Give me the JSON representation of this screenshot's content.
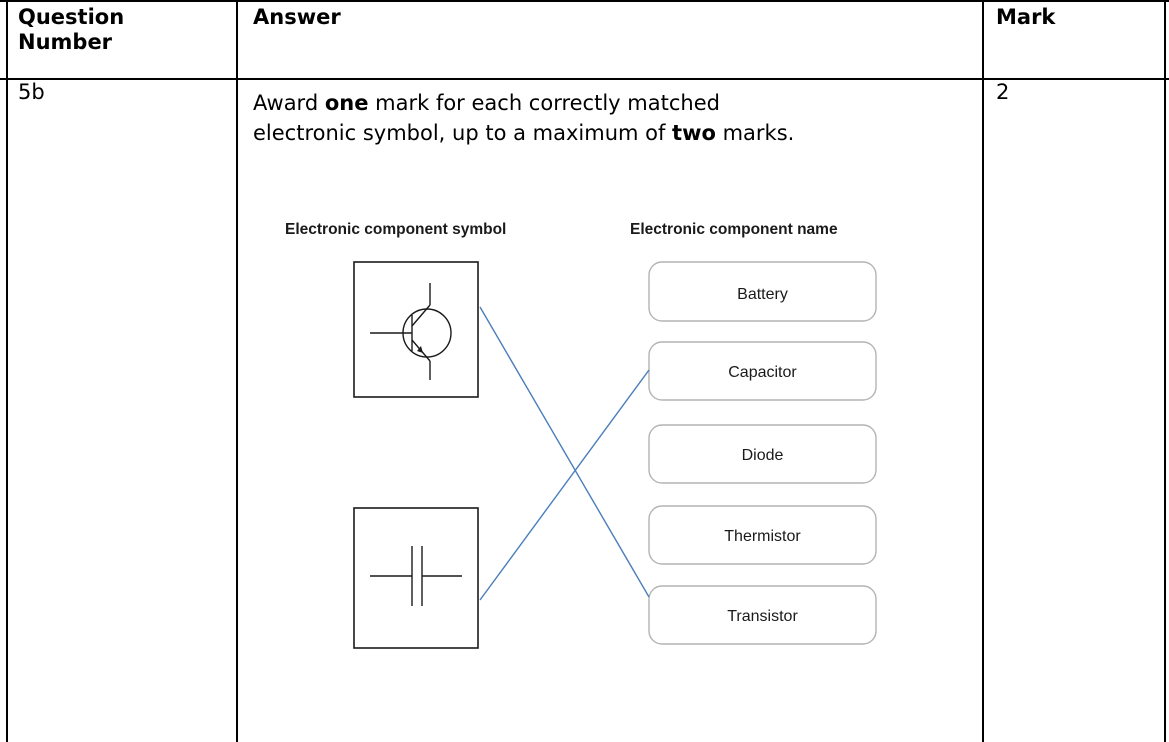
{
  "table": {
    "headers": {
      "question_line1": "Question",
      "question_line2": "Number",
      "answer": "Answer",
      "mark": "Mark"
    },
    "row": {
      "question_number": "5b",
      "answer_part1": "Award ",
      "answer_bold1": "one",
      "answer_part2": " mark for each correctly matched",
      "answer_part3": "electronic symbol, up to a maximum of ",
      "answer_bold2": "two",
      "answer_part4": " marks.",
      "mark": "2"
    }
  },
  "diagram": {
    "symbol_heading": "Electronic component symbol",
    "name_heading": "Electronic component name",
    "symbols": [
      {
        "icon": "transistor-symbol-icon",
        "matches": "Transistor"
      },
      {
        "icon": "capacitor-symbol-icon",
        "matches": "Capacitor"
      }
    ],
    "names": [
      "Battery",
      "Capacitor",
      "Diode",
      "Thermistor",
      "Transistor"
    ],
    "colors": {
      "match_line": "#4a7ebb",
      "name_box_border": "#b3b3b3"
    }
  }
}
